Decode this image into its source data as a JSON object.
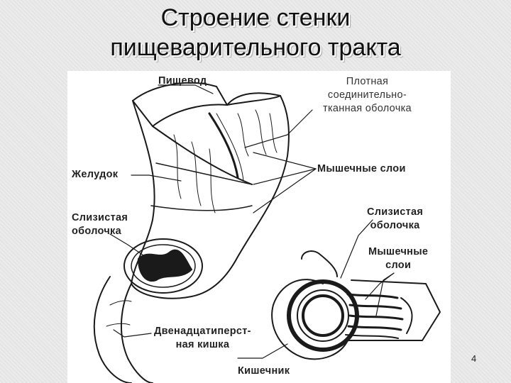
{
  "slide": {
    "title_line1": "Строение стенки",
    "title_line2": "пищеварительного тракта",
    "page_number": "4"
  },
  "labels": {
    "esophagus": "Пищевод",
    "connective_1": "Плотная",
    "connective_2": "соединительно-",
    "connective_3": "тканная оболочка",
    "stomach": "Желудок",
    "muscle_layers": "Мышечные слои",
    "mucosa_left_1": "Слизистая",
    "mucosa_left_2": "оболочка",
    "mucosa_right_1": "Слизистая",
    "mucosa_right_2": "оболочка",
    "muscle_right_1": "Мышечные",
    "muscle_right_2": "слои",
    "duodenum_1": "Двенадцатиперст-",
    "duodenum_2": "ная кишка",
    "intestine": "Кишечник"
  },
  "colors": {
    "ink": "#1a1a1a",
    "paper": "#ffffff",
    "slide_bg": "#e9e9e9"
  }
}
